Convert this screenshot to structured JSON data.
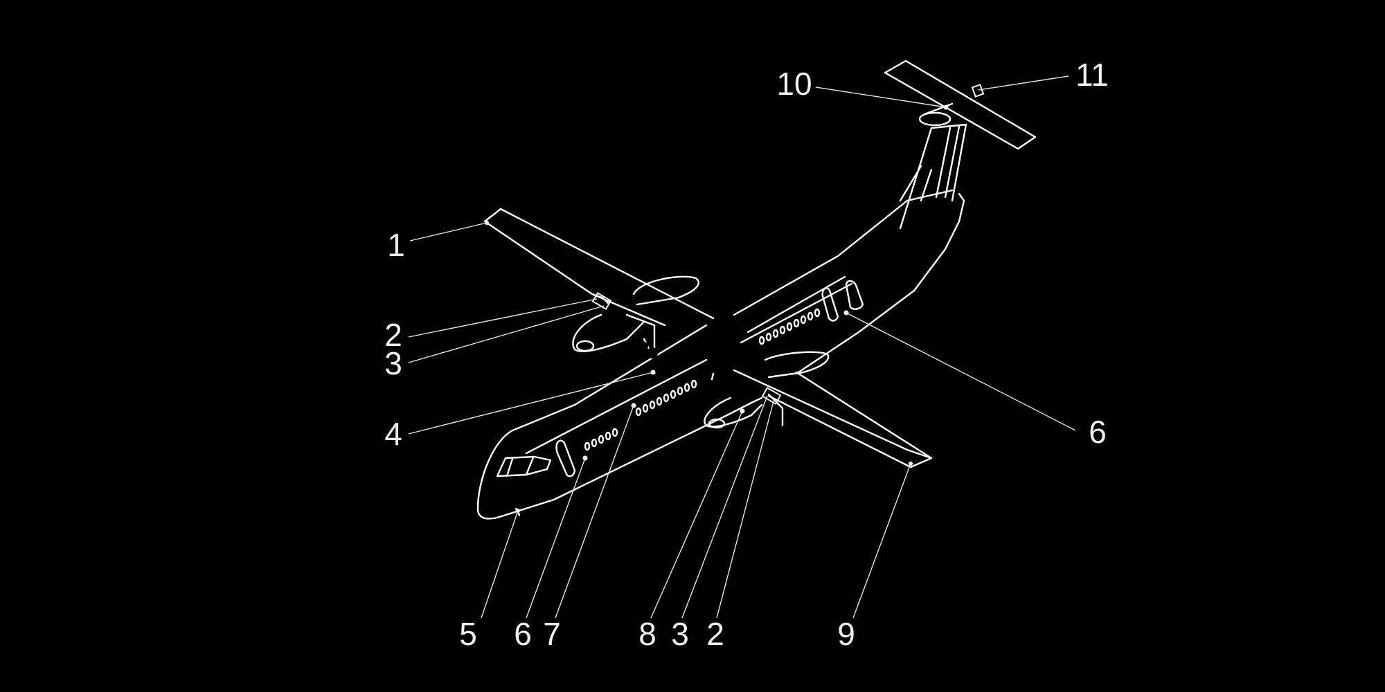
{
  "background": "#000000",
  "line_color": "#ffffff",
  "callouts": [
    {
      "id": "c1",
      "label": "1"
    },
    {
      "id": "c2a",
      "label": "2"
    },
    {
      "id": "c3a",
      "label": "3"
    },
    {
      "id": "c4",
      "label": "4"
    },
    {
      "id": "c5",
      "label": "5"
    },
    {
      "id": "c6a",
      "label": "6"
    },
    {
      "id": "c7",
      "label": "7"
    },
    {
      "id": "c8",
      "label": "8"
    },
    {
      "id": "c3b",
      "label": "3"
    },
    {
      "id": "c2b",
      "label": "2"
    },
    {
      "id": "c9",
      "label": "9"
    },
    {
      "id": "c6b",
      "label": "6"
    },
    {
      "id": "c10",
      "label": "10"
    },
    {
      "id": "c11",
      "label": "11"
    }
  ]
}
